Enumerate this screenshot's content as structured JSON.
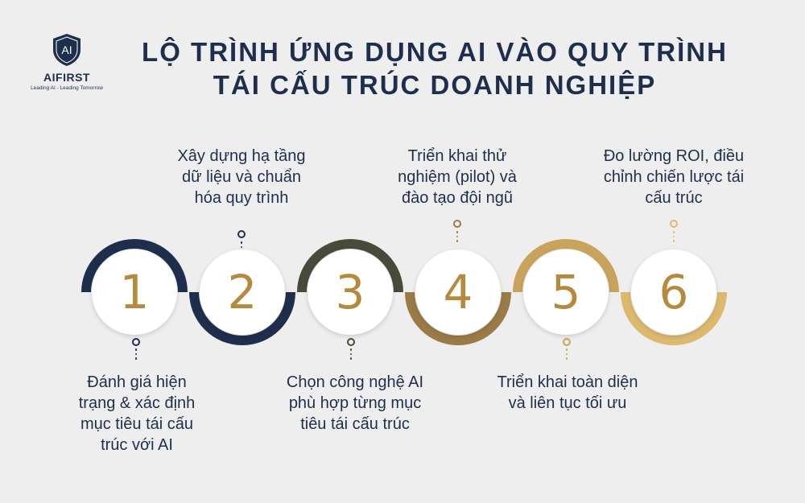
{
  "logo": {
    "mark": "AI",
    "name": "AIFIRST",
    "tagline": "Leading AI - Leading Tomorrow",
    "icon": "shield-icon"
  },
  "title": {
    "line1": "LỘ TRÌNH ỨNG DỤNG AI VÀO QUY TRÌNH",
    "line2": "TÁI CẤU TRÚC DOANH NGHIỆP"
  },
  "colors": {
    "navy": "#1e2f4e",
    "olive": "#4a4a3a",
    "gold_dark": "#9a7b45",
    "gold": "#c9a35a",
    "gold_light": "#ddb96e",
    "number": "#b58a3a"
  },
  "steps": [
    {
      "number": "1",
      "lines": [
        "Đánh giá hiện",
        "trạng & xác định",
        "mục tiêu tái cấu",
        "trúc với AI"
      ]
    },
    {
      "number": "2",
      "lines": [
        "Xây dựng hạ tầng",
        "dữ liệu và chuẩn",
        "hóa quy trình"
      ]
    },
    {
      "number": "3",
      "lines": [
        "Chọn công nghệ AI",
        "phù hợp từng mục",
        "tiêu tái cấu trúc"
      ]
    },
    {
      "number": "4",
      "lines": [
        "Triển khai thử",
        "nghiệm (pilot) và",
        "đào tạo đội ngũ"
      ]
    },
    {
      "number": "5",
      "lines": [
        "Triển khai toàn diện",
        "và liên tục tối ưu"
      ]
    },
    {
      "number": "6",
      "lines": [
        "Đo lường ROI, điều",
        "chỉnh chiến lược tái",
        "cấu trúc"
      ]
    }
  ]
}
